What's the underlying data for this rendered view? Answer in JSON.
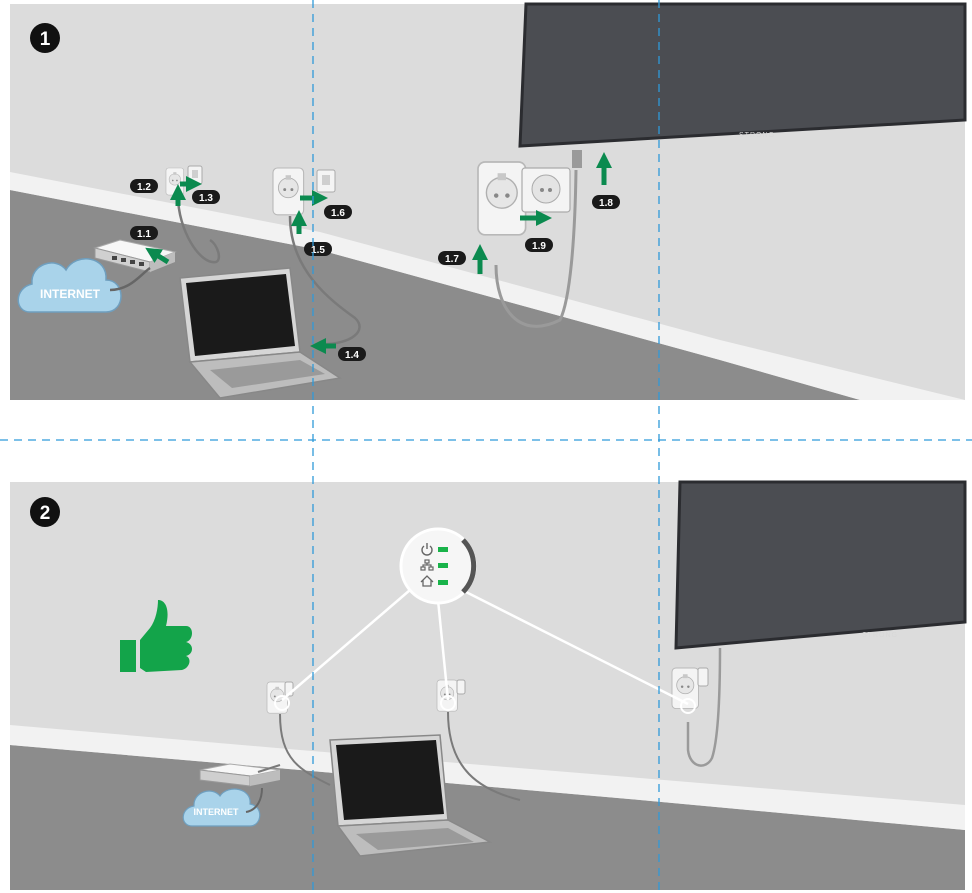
{
  "panels": [
    {
      "step": "1",
      "internet_label": "INTERNET",
      "tv_brand": "STRONG",
      "callouts": [
        "1.1",
        "1.2",
        "1.3",
        "1.4",
        "1.5",
        "1.6",
        "1.7",
        "1.8",
        "1.9"
      ]
    },
    {
      "step": "2",
      "internet_label": "INTERNET",
      "tv_brand": "STRONG",
      "status_leds": [
        {
          "icon": "power-icon",
          "state": "on"
        },
        {
          "icon": "network-icon",
          "state": "on"
        },
        {
          "icon": "home-icon",
          "state": "on"
        }
      ]
    }
  ],
  "colors": {
    "arrow_green": "#0b8a4f",
    "thumb_green": "#13a44a",
    "guide_blue": "#2f9ad9",
    "callout_fill": "#1a1a1a",
    "wall": "#dcdcdc",
    "floor": "#8e8e8e",
    "cloud": "#a9d3ea"
  }
}
